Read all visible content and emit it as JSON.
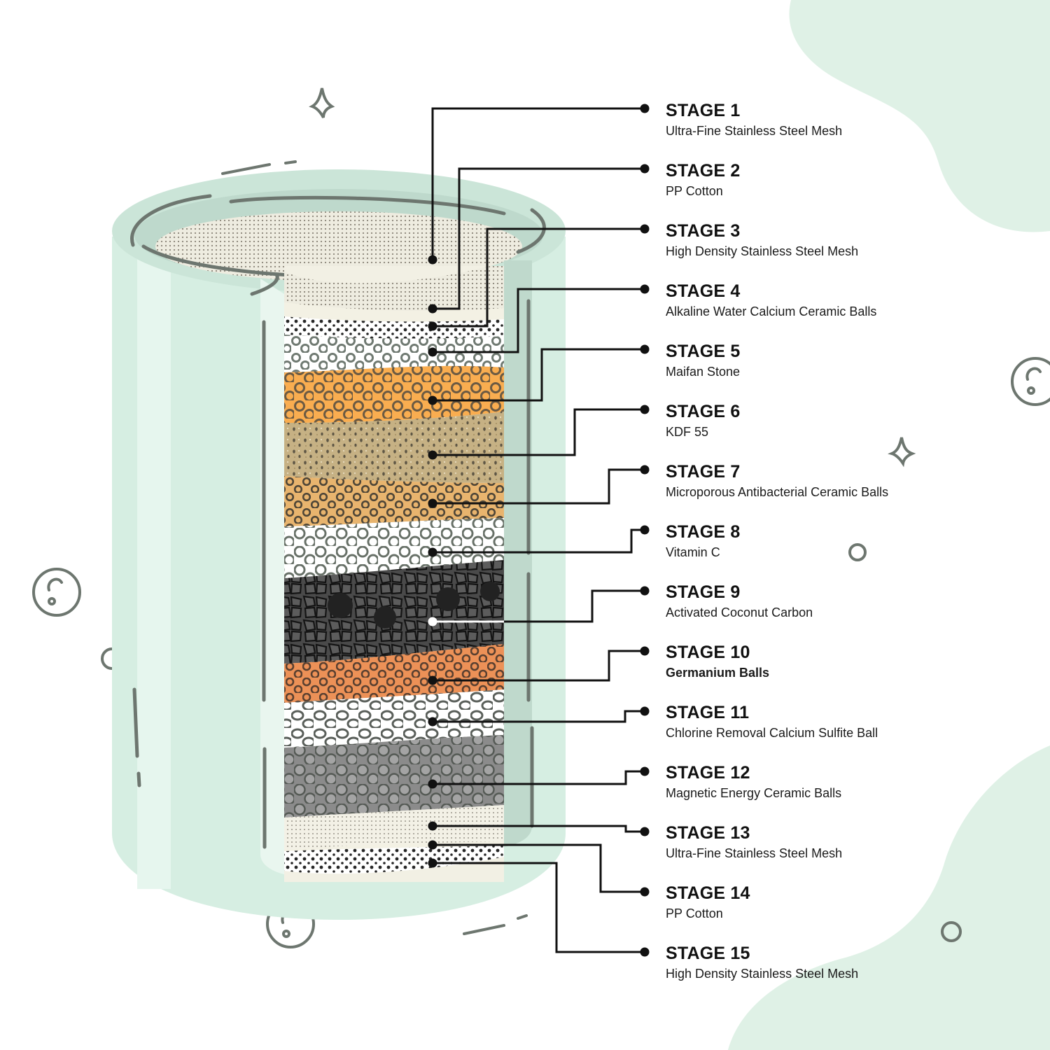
{
  "colors": {
    "mint": "#d6eee2",
    "mint_light": "#e4f4ec",
    "mint_dark": "#b9d6c8",
    "outline": "#6d766f",
    "leader": "#111111"
  },
  "stages": [
    {
      "title": "STAGE 1",
      "desc": "Ultra-Fine Stainless Steel Mesh",
      "bold": false
    },
    {
      "title": "STAGE 2",
      "desc": "PP Cotton",
      "bold": false
    },
    {
      "title": "STAGE 3",
      "desc": "High Density Stainless Steel Mesh",
      "bold": false
    },
    {
      "title": "STAGE 4",
      "desc": "Alkaline Water Calcium Ceramic Balls",
      "bold": false
    },
    {
      "title": "STAGE 5",
      "desc": "Maifan Stone",
      "bold": false
    },
    {
      "title": "STAGE 6",
      "desc": "KDF 55",
      "bold": false
    },
    {
      "title": "STAGE 7",
      "desc": "Microporous Antibacterial Ceramic Balls",
      "bold": false
    },
    {
      "title": "STAGE 8",
      "desc": "Vitamin C",
      "bold": false
    },
    {
      "title": "STAGE 9",
      "desc": "Activated Coconut Carbon",
      "bold": false
    },
    {
      "title": "STAGE 10",
      "desc": "Germanium Balls",
      "bold": true
    },
    {
      "title": "STAGE 11",
      "desc": "Chlorine Removal Calcium Sulfite Ball",
      "bold": false
    },
    {
      "title": "STAGE 12",
      "desc": "Magnetic Energy Ceramic Balls",
      "bold": false
    },
    {
      "title": "STAGE 13",
      "desc": "Ultra-Fine Stainless Steel Mesh",
      "bold": false
    },
    {
      "title": "STAGE 14",
      "desc": "PP Cotton",
      "bold": false
    },
    {
      "title": "STAGE 15",
      "desc": "High Density Stainless Steel Mesh",
      "bold": false
    }
  ]
}
